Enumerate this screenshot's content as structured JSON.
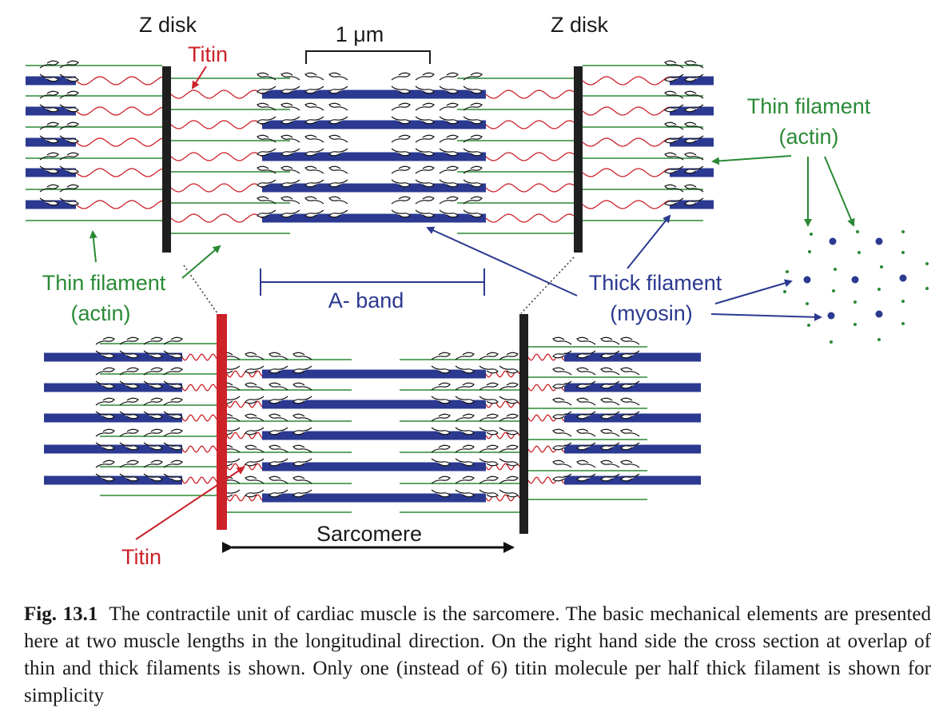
{
  "labels": {
    "z_disk_left": "Z disk",
    "z_disk_right": "Z disk",
    "scale_bar": "1 μm",
    "titin_top": "Titin",
    "titin_bottom": "Titin",
    "thin_filament_left_1": "Thin filament",
    "thin_filament_left_2": "(actin)",
    "thin_filament_right_1": "Thin filament",
    "thin_filament_right_2": "(actin)",
    "a_band": "A- band",
    "thick_filament_1": "Thick filament",
    "thick_filament_2": "(myosin)",
    "sarcomere": "Sarcomere"
  },
  "caption": {
    "label": "Fig. 13.1",
    "text": "The contractile unit of cardiac muscle is the sarcomere. The basic mechanical elements are presented here at two muscle lengths in the longitudinal direction. On the right hand side the cross section at overlap of thin and thick filaments is shown. Only one (instead of 6) titin molecule per half thick filament is shown for simplicity"
  },
  "colors": {
    "actin": "#2a8a35",
    "myosin": "#2b3990",
    "titin": "#cc2229",
    "z_disk": "#1f1f1f",
    "text": "#1a1a1a"
  }
}
